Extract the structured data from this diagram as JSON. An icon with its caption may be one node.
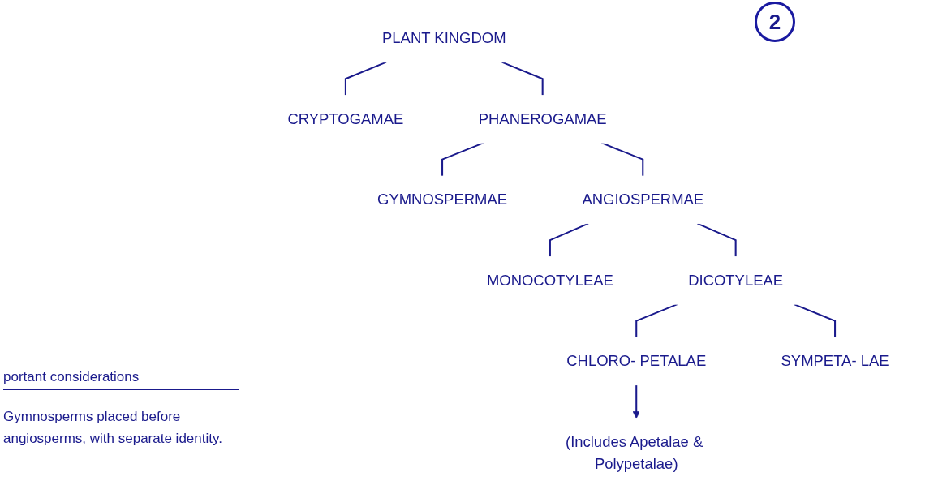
{
  "diagram": {
    "nodes": [
      {
        "text": [
          "PLANT KINGDOM"
        ]
      },
      {
        "text": [
          "CRYPTOGAMAE"
        ]
      },
      {
        "text": [
          "PHANEROGAMAE"
        ]
      },
      {
        "text": [
          "GYMNOSPERMAE"
        ]
      },
      {
        "text": [
          "ANGIOSPERMAE"
        ]
      },
      {
        "text": [
          "MONOCOTYLEAE"
        ]
      },
      {
        "text": [
          "DICOTYLEAE"
        ]
      },
      {
        "text": [
          "CHLORO- PETALAE"
        ]
      },
      {
        "text": [
          "SYMPETA- LAE"
        ]
      },
      {
        "text": [
          "(Includes Apetalae & Polypetalae)"
        ]
      }
    ],
    "edges": [
      {
        "from": 0,
        "to": 1,
        "arrow": "none"
      },
      {
        "from": 0,
        "to": 2,
        "arrow": "none"
      },
      {
        "from": 2,
        "to": 3,
        "arrow": "none"
      },
      {
        "from": 2,
        "to": 4,
        "arrow": "none"
      },
      {
        "from": 4,
        "to": 5,
        "arrow": "none"
      },
      {
        "from": 4,
        "to": 6,
        "arrow": "none"
      },
      {
        "from": 6,
        "to": 7,
        "arrow": "none"
      },
      {
        "from": 6,
        "to": 8,
        "arrow": "none"
      },
      {
        "from": 7,
        "to": 9,
        "arrow": "to"
      }
    ],
    "labels": [
      "2",
      "portant considerations",
      "Gymnosperms placed before angiosperms, with separate identity."
    ]
  }
}
